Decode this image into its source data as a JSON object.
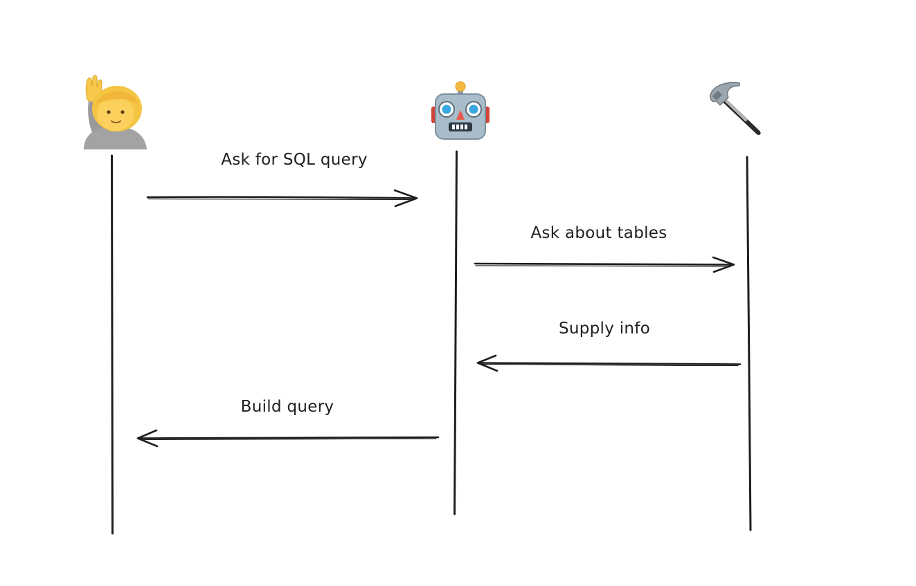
{
  "diagram": {
    "type": "sequence",
    "colors": {
      "ink": "#1e1e1e",
      "background": "#ffffff"
    },
    "actors": [
      {
        "id": "person",
        "icon": "person-raising-hand-icon"
      },
      {
        "id": "robot",
        "icon": "robot-icon"
      },
      {
        "id": "tool",
        "icon": "hammer-icon"
      }
    ],
    "messages": [
      {
        "from": "person",
        "to": "robot",
        "label": "Ask for SQL query"
      },
      {
        "from": "robot",
        "to": "tool",
        "label": "Ask about tables"
      },
      {
        "from": "tool",
        "to": "robot",
        "label": "Supply info"
      },
      {
        "from": "robot",
        "to": "person",
        "label": "Build query"
      }
    ]
  }
}
